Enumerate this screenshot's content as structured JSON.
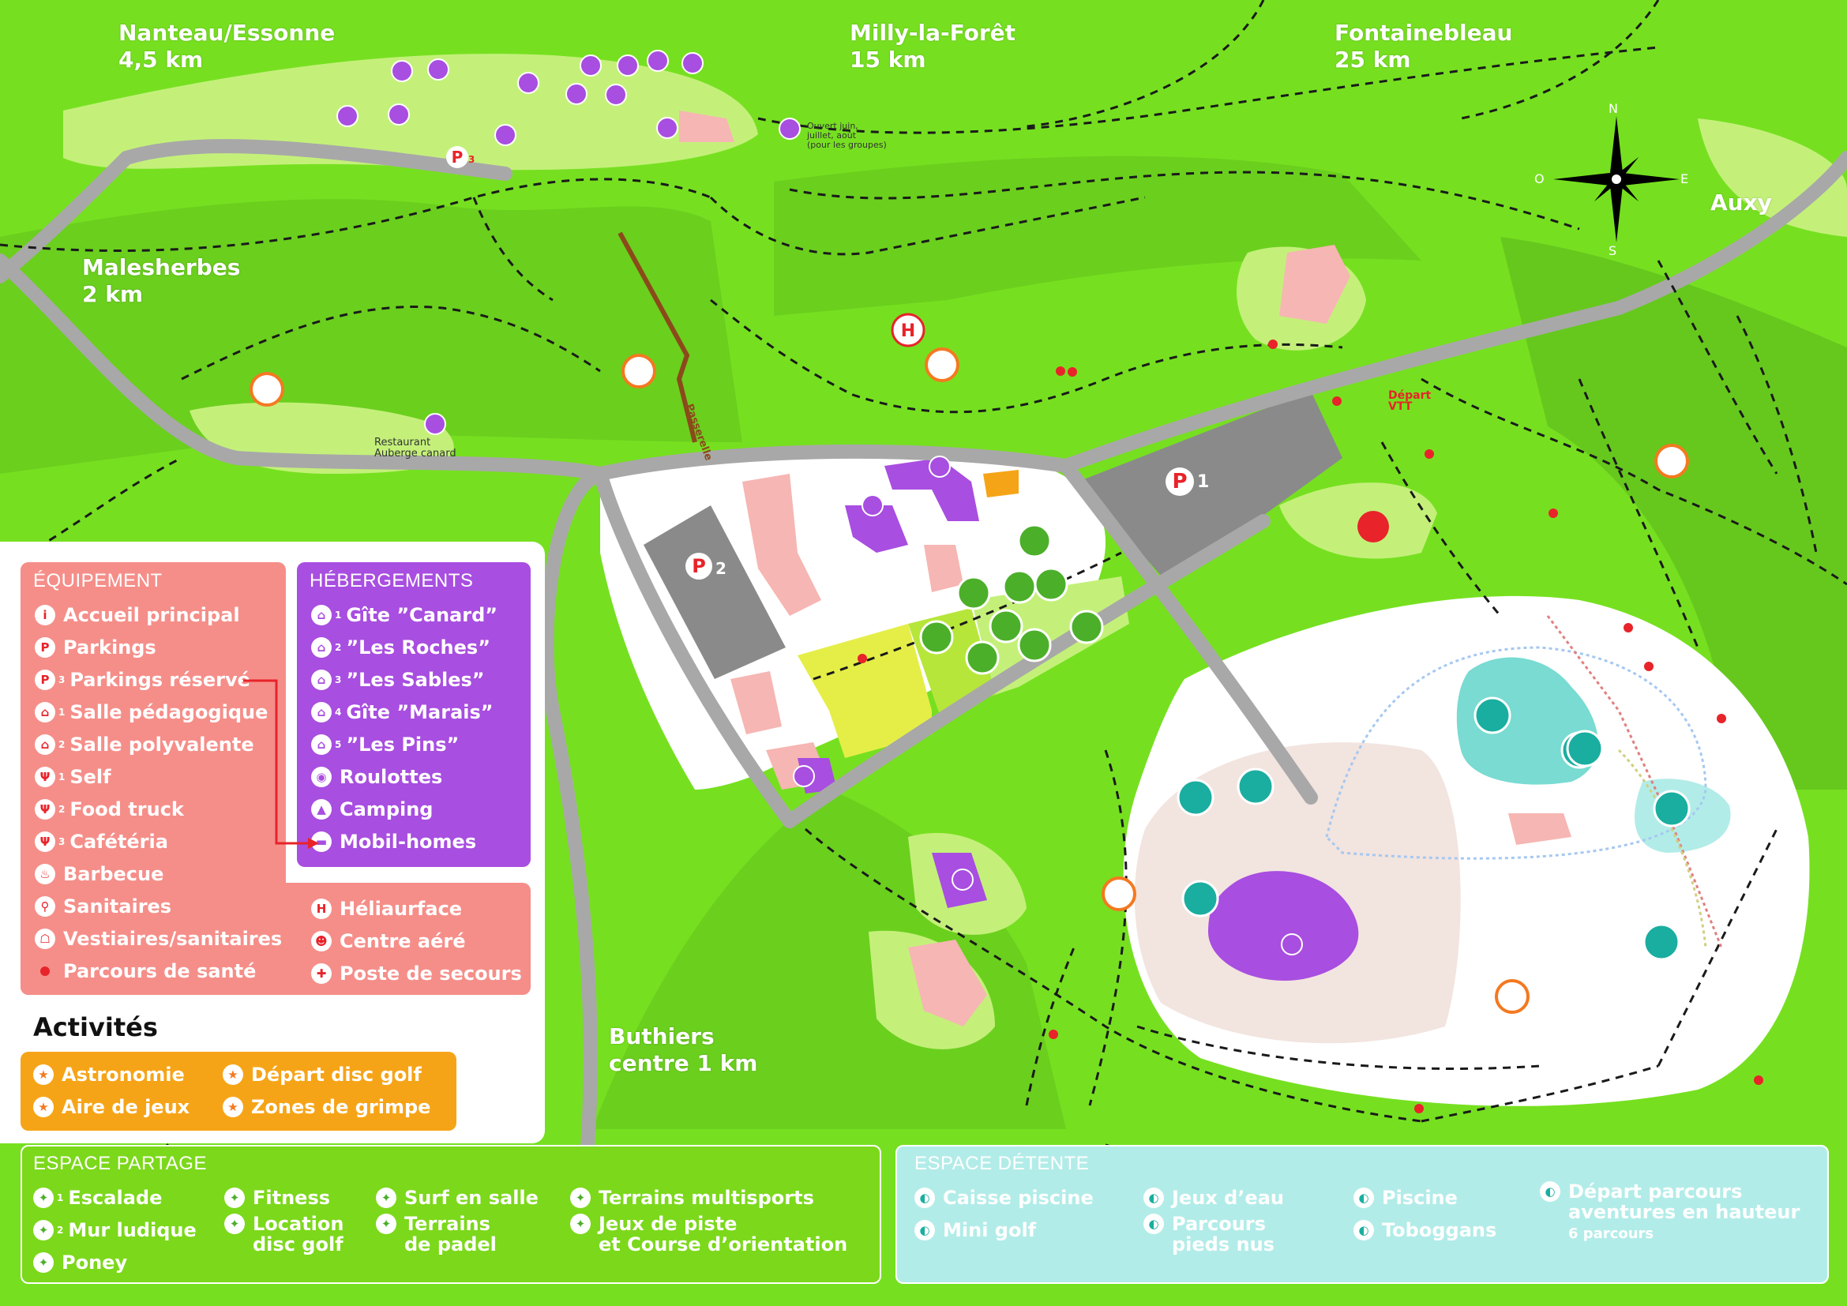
{
  "directions": [
    {
      "id": "nanteau",
      "text": "Nanteau/Essonne\n4,5 km"
    },
    {
      "id": "milly",
      "text": "Milly-la-Forêt\n15 km"
    },
    {
      "id": "fontainebleau",
      "text": "Fontainebleau\n25 km"
    },
    {
      "id": "malesherbes",
      "text": "Malesherbes\n2 km"
    },
    {
      "id": "auxy",
      "text": "Auxy"
    },
    {
      "id": "buthiers",
      "text": "Buthiers\ncentre 1 km"
    }
  ],
  "map_labels": {
    "camping_note": "Ouvert juin,\njuillet, août\n(pour les groupes)",
    "restaurant": "Restaurant\nAuberge canard",
    "passerelle": "Passerelle",
    "depart_vtt": "Départ\nVTT",
    "p1": "P",
    "p1_sub": "1",
    "p2": "P",
    "p2_sub": "2",
    "p3": "P",
    "p3_sub": "3",
    "helipad": "H",
    "compass": {
      "n": "N",
      "s": "S",
      "e": "E",
      "o": "O"
    }
  },
  "equipement": {
    "title": "ÉQUIPEMENT",
    "items": [
      {
        "icon": "info-icon",
        "glyph": "i",
        "sub": "",
        "label": "Accueil principal"
      },
      {
        "icon": "parking-icon",
        "glyph": "P",
        "sub": "",
        "label": "Parkings"
      },
      {
        "icon": "parking-icon",
        "glyph": "P",
        "sub": "3",
        "label": "Parkings réservé"
      },
      {
        "icon": "classroom-icon",
        "glyph": "⌂",
        "sub": "1",
        "label": "Salle pédagogique"
      },
      {
        "icon": "hall-icon",
        "glyph": "⌂",
        "sub": "2",
        "label": "Salle polyvalente"
      },
      {
        "icon": "cutlery-icon",
        "glyph": "Ψ",
        "sub": "1",
        "label": "Self"
      },
      {
        "icon": "cutlery-icon",
        "glyph": "Ψ",
        "sub": "2",
        "label": "Food truck"
      },
      {
        "icon": "cutlery-icon",
        "glyph": "Ψ",
        "sub": "3",
        "label": "Cafétéria"
      },
      {
        "icon": "barbecue-icon",
        "glyph": "♨",
        "sub": "",
        "label": "Barbecue"
      },
      {
        "icon": "toilet-icon",
        "glyph": "⚲",
        "sub": "",
        "label": "Sanitaires"
      },
      {
        "icon": "locker-icon",
        "glyph": "☖",
        "sub": "",
        "label": "Vestiaires/sanitaires"
      },
      {
        "icon": "dot-icon",
        "glyph": "",
        "sub": "",
        "label": "Parcours de santé"
      }
    ],
    "extra": [
      {
        "icon": "helipad-icon",
        "glyph": "H",
        "label": "Héliaurface"
      },
      {
        "icon": "group-icon",
        "glyph": "☻",
        "label": "Centre aéré"
      },
      {
        "icon": "first-aid-icon",
        "glyph": "✚",
        "label": "Poste de secours"
      }
    ]
  },
  "hebergements": {
    "title": "HÉBERGEMENTS",
    "items": [
      {
        "icon": "gite-icon",
        "sub": "1",
        "label": "Gîte ”Canard”"
      },
      {
        "icon": "gite-icon",
        "sub": "2",
        "label": "”Les Roches”"
      },
      {
        "icon": "gite-icon",
        "sub": "3",
        "label": "”Les Sables”"
      },
      {
        "icon": "gite-icon",
        "sub": "4",
        "label": "Gîte ”Marais”"
      },
      {
        "icon": "gite-icon",
        "sub": "5",
        "label": "”Les Pins”"
      },
      {
        "icon": "caravan-icon",
        "sub": "",
        "label": "Roulottes"
      },
      {
        "icon": "tent-icon",
        "sub": "",
        "label": "Camping"
      },
      {
        "icon": "mobile-home-icon",
        "sub": "",
        "label": "Mobil-homes"
      }
    ]
  },
  "activites": {
    "title": "Activités",
    "items": [
      {
        "icon": "telescope-icon",
        "label": "Astronomie"
      },
      {
        "icon": "frisbee-icon",
        "label": "Départ disc golf"
      },
      {
        "icon": "playground-icon",
        "label": "Aire de jeux"
      },
      {
        "icon": "climbing-icon",
        "label": "Zones de grimpe"
      }
    ]
  },
  "espace_partage": {
    "title": "ESPACE PARTAGE",
    "items": [
      {
        "icon": "climbing-icon",
        "sub": "1",
        "label": "Escalade"
      },
      {
        "icon": "climbing-icon",
        "sub": "2",
        "label": "Mur ludique"
      },
      {
        "icon": "horse-icon",
        "sub": "",
        "label": "Poney"
      },
      {
        "icon": "fitness-icon",
        "sub": "",
        "label": "Fitness"
      },
      {
        "icon": "disc-golf-icon",
        "sub": "",
        "label": "Location\ndisc golf"
      },
      {
        "icon": "surf-icon",
        "sub": "",
        "label": "Surf en salle"
      },
      {
        "icon": "padel-icon",
        "sub": "",
        "label": "Terrains\nde padel"
      },
      {
        "icon": "multisport-icon",
        "sub": "",
        "label": "Terrains multisports"
      },
      {
        "icon": "orienteering-icon",
        "sub": "",
        "label": "Jeux de piste\net Course d’orientation"
      }
    ]
  },
  "espace_detente": {
    "title": "ESPACE DÉTENTE",
    "items": [
      {
        "icon": "cashier-icon",
        "label": "Caisse piscine"
      },
      {
        "icon": "mini-golf-icon",
        "label": "Mini golf"
      },
      {
        "icon": "water-games-icon",
        "label": "Jeux d’eau"
      },
      {
        "icon": "barefoot-icon",
        "label": "Parcours\npieds nus"
      },
      {
        "icon": "pool-icon",
        "label": "Piscine"
      },
      {
        "icon": "slide-icon",
        "label": "Toboggans"
      },
      {
        "icon": "treetop-icon",
        "label": "Départ parcours\naventures en hauteur"
      }
    ],
    "note": "6 parcours"
  },
  "colors": {
    "grass": "#76e020",
    "light_green": "#c4f07a",
    "road": "#a8a8a8",
    "equipement": "#f58e89",
    "hebergement": "#a84ee0",
    "activites": "#f6a417",
    "partage": "#7cd81b",
    "detente": "#b2ece8"
  }
}
